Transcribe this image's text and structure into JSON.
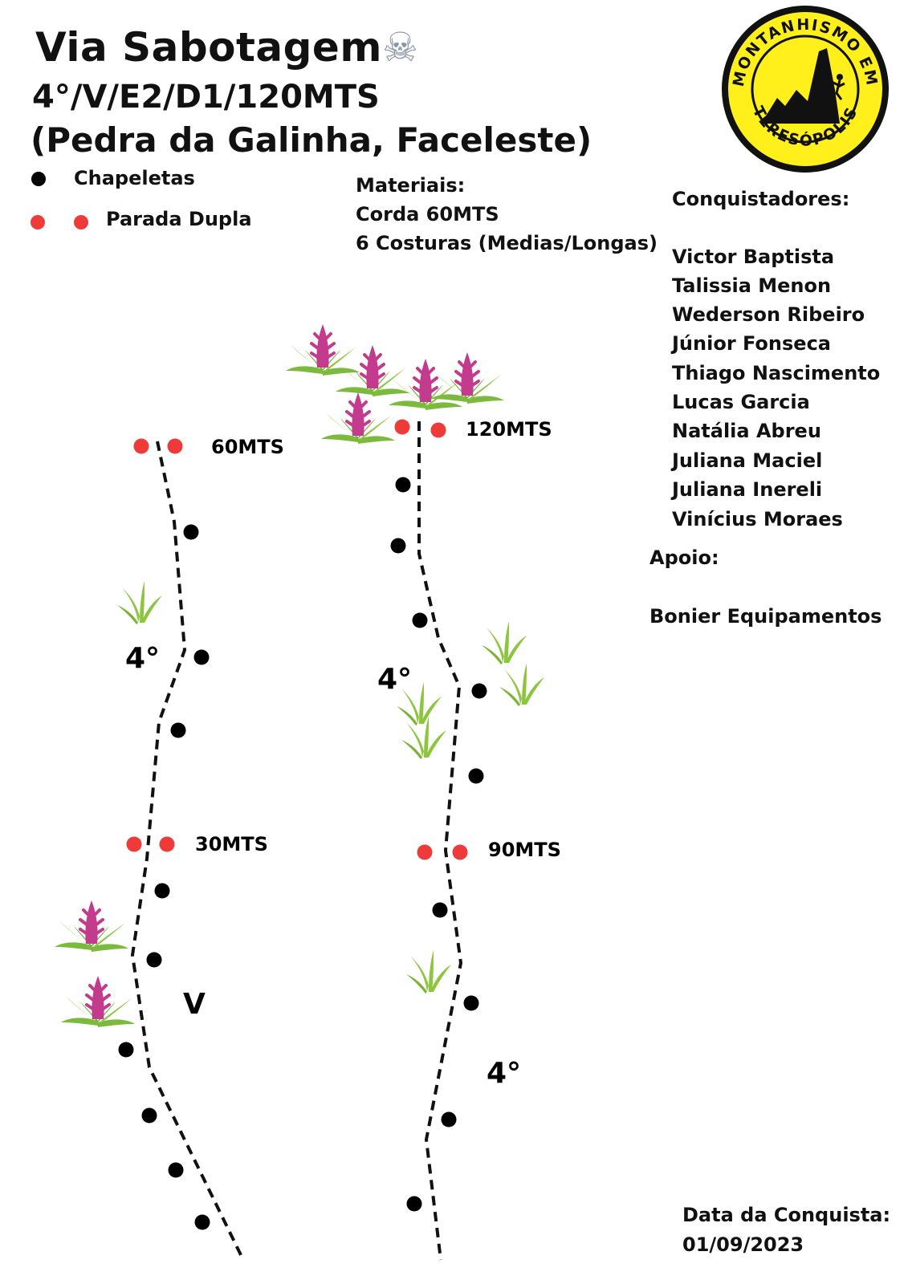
{
  "header": {
    "title": "Via Sabotagem",
    "skull_symbol": "☠",
    "grade": "4°/V/E2/D1/120MTS",
    "location": "(Pedra da Galinha, Faceleste)"
  },
  "legend": {
    "bolt_label": "Chapeletas",
    "anchor_label": "Parada Dupla",
    "bolt_color": "#000000",
    "anchor_color": "#ef3a3a"
  },
  "materials": {
    "heading": "Materiais:",
    "items": [
      "Corda 60MTS",
      "6 Costuras (Medias/Longas)"
    ]
  },
  "first_ascent": {
    "heading": "Conquistadores:",
    "names": [
      "Victor Baptista",
      "Talissia Menon",
      "Wederson Ribeiro",
      "Júnior Fonseca",
      "Thiago Nascimento",
      "Lucas Garcia",
      "Natália Abreu",
      "Juliana Maciel",
      "Juliana Inereli",
      "Vinícius Moraes"
    ]
  },
  "support": {
    "heading": "Apoio:",
    "sponsor": "Bonier Equipamentos"
  },
  "date": {
    "label": "Data da Conquista:",
    "value": "01/09/2023"
  },
  "logo": {
    "text_top": "MONTANHISMO EM",
    "text_bottom": "TERESÓPOLIS",
    "bg_color": "#ffef1a",
    "ring_color": "#111111",
    "icon": "mountain-climber-icon"
  },
  "topo": {
    "pitch_marks": [
      "30MTS",
      "60MTS",
      "90MTS",
      "120MTS"
    ],
    "pitch_grades": [
      "V",
      "4°",
      "4°",
      "4°"
    ],
    "decor_icons": [
      "bromeliad-icon",
      "grass-tuft-icon"
    ],
    "grass_color": "#8cc63f",
    "bromeliad_flower_color": "#c23b8c"
  }
}
